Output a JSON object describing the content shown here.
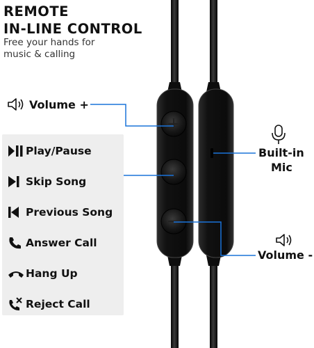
{
  "header": {
    "title_line1": "REMOTE",
    "title_line2": "IN-LINE CONTROL",
    "subtitle_line1": "Free your hands for",
    "subtitle_line2": "music & calling"
  },
  "labels": {
    "volume_up": "Volume +",
    "volume_down": "Volume -",
    "mic_line1": "Built-in",
    "mic_line2": "Mic"
  },
  "functions": [
    {
      "icon": "play-pause-icon",
      "label": "Play/Pause"
    },
    {
      "icon": "skip-icon",
      "label": "Skip Song"
    },
    {
      "icon": "previous-icon",
      "label": "Previous Song"
    },
    {
      "icon": "phone-icon",
      "label": "Answer Call"
    },
    {
      "icon": "hang-up-icon",
      "label": "Hang Up"
    },
    {
      "icon": "reject-call-icon",
      "label": "Reject Call"
    }
  ],
  "colors": {
    "pointer_line": "#1a73d9",
    "device": "#151515",
    "panel": "#eeeeee"
  }
}
